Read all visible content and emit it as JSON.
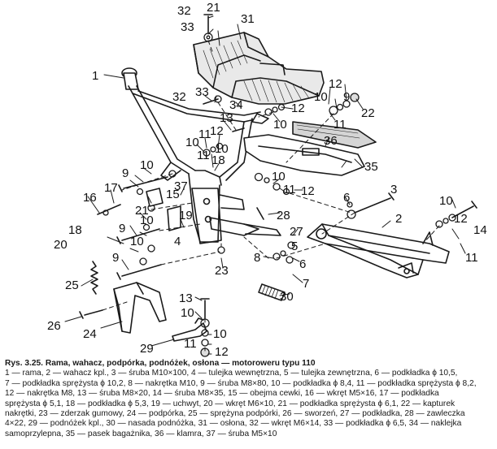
{
  "labels": [
    "32",
    "21",
    "33",
    "31",
    "1",
    "12",
    "10",
    "9",
    "22",
    "32",
    "33",
    "34",
    "12",
    "10",
    "11",
    "13",
    "11",
    "10",
    "12",
    "36",
    "10",
    "11",
    "18",
    "35",
    "9",
    "10",
    "15",
    "37",
    "16",
    "17",
    "12",
    "10",
    "11",
    "3",
    "6",
    "10",
    "12",
    "14",
    "21",
    "19",
    "10",
    "28",
    "2",
    "11",
    "18",
    "20",
    "9",
    "10",
    "4",
    "27",
    "8",
    "5",
    "6",
    "23",
    "25",
    "9",
    "7",
    "30",
    "13",
    "26",
    "10",
    "24",
    "29",
    "10",
    "11",
    "12"
  ],
  "caption": {
    "title": "Rys. 3.25. Rama, wahacz, podpórka, podnóżek, osłona — motoroweru typu 110",
    "lines": [
      "1 — rama, 2 — wahacz kpl., 3 — śruba M10×100, 4 — tulejka wewnętrzna, 5 — tulejka zewnętrzna, 6 — podkładka ϕ 10,5,",
      "7 — podkładka sprężysta ϕ 10,2, 8 — nakrętka M10, 9 — śruba M8×80, 10 — podkładka ϕ 8,4, 11 — podkładka sprężysta ϕ 8,2,",
      "12 — nakrętka M8, 13 — śruba M8×20, 14 — śruba M8×35, 15 — obejma cewki, 16 — wkręt M5×16, 17 — podkładka",
      "sprężysta ϕ 5,1, 18 — podkładka ϕ 5,3, 19 — uchwyt, 20 — wkręt M6×10, 21 — podkładka sprężysta ϕ 6,1, 22 — kapturek",
      "nakrętki, 23 — zderzak gumowy, 24 — podpórka, 25 — sprężyna podpórki, 26 — sworzeń, 27 — podkładka, 28 — zawleczka",
      "4×22, 29 — podnóżek kpl., 30 — nasada podnóżka, 31 — osłona, 32 — wkręt M6×14, 33 — podkładka ϕ 6,5, 34 — naklejka",
      "samoprzylepna, 35 — pasek bagażnika, 36 — klamra, 37 — śruba M5×10"
    ]
  }
}
